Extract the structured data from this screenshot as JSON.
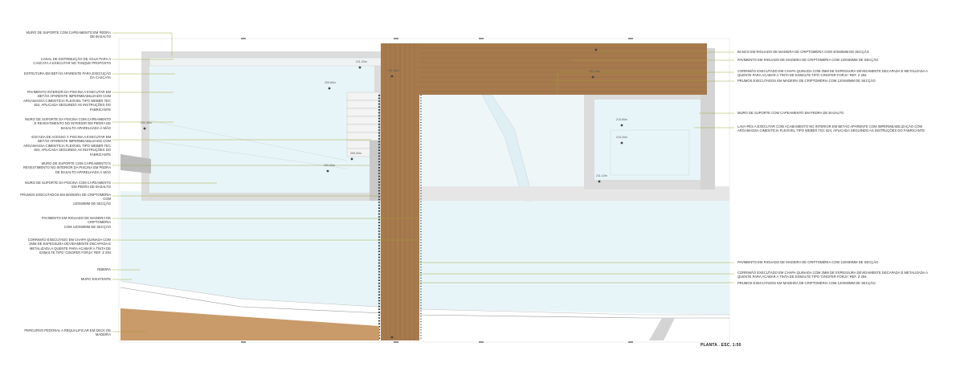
{
  "colors": {
    "water": "#e8f5f8",
    "wood": "#a77a4e",
    "wood_dark": "#8a6036",
    "stone": "#dcdcdc",
    "stone_dark": "#bdbdbd",
    "leader": "#9aa52c",
    "paving": "#c99a6a"
  },
  "labels_left": [
    "MURO DE SUPORTE COM CAPEAMENTO EM PEDRA\nDE BASALTO",
    "CANAL DE DISTRIBUIÇÃO DE ÁGUA PARA A\nCASCATA A EXECUTAR NO TANQUE PROPOSTO",
    "ESTRUTURA EM BETÃO APARENTE PARA EXECUÇÃO\nDA CASCATA",
    "PAVIMENTO INTERIOR DA PISCINA A EXECUTAR EM\nBETÃO APARENTE IMPERMEABILIZADO COM\nARGAMASSA CIMENTÍCIA FLEXÍVEL TIPO WEBER.TEC\n824, APLICADA SEGUINDO AS INSTRUÇÕES DO\nFABRICANTE",
    "MURO DE SUPORTE DA PISCINA COM CAPEAMENTO\nE REVESTIMENTO NO INTERIOR EM PEDRA DE\nBASALTO APARELHADA À MÃO",
    "ESCADA DE ACESSO À PISCINA A EXECUTAR EM\nBETÃO APARENTE IMPERMEABILIZADO COM\nARGAMASSA CIMENTÍCIA FLEXÍVEL TIPO WEBER.TEC\n824, APLICADA SEGUINDO AS INSTRUÇÕES DO\nFABRICANTE",
    "MURO DE SUPORTE COM CAPEAMENTO E\nREVESTIMENTO NO INTERIOR DA PISCINA EM PEDRA\nDE BASALTO APARELHADA À MÃO",
    "MURO DE SUPORTE DA PISCINA COM CAPEAMENTO\nEM PEDRA DE BASALTO",
    "PRUMOS EXECUTADOS EM MADEIRA DE CRIPTOMÉRIA COM\n120X60MM DE SECÇÃO",
    "PAVIMENTO EM RIGUADO DE MADEIRA DE CRIPTOMÉRIA\nCOM 120X60MM DE SECÇÃO",
    "CORRIMÃO EXECUTADO EM CHAPA QUINADA COM\n2MM DE ESPESSURA DEVIDAMENTE DECAPADA E\nMETALIZADA A QUENTE PARA ACABAR A TINTA DE\nESMALTE TIPO 'CINOFER FORJA' REF. Z 294",
    "RIBEIRA",
    "MURO EXISTENTE",
    "PERCURSO PEDONAL A REQUALIFICAR EM DECK DE\nMADEIRA"
  ],
  "labels_right": [
    "BANCO EM RIGUADO DE MADEIRA DE CRIPTOMÉRIA COM 40X60MM DE SECÇÃO",
    "PAVIMENTO EM RIGUADO DE MADEIRA DE CRIPTOMÉRIA COM 120X60MM DE SECÇÃO",
    "CORRIMÃO EXECUTADO EM CHAPA QUINADA COM 2MM DE ESPESSURA DEVIDAMENTE DECAPADA E METALIZADA A\nQUENTE PARA ACABAR A TINTA DE ESMALTE TIPO 'CINOFER FORJA' REF. Z 294",
    "PRUMOS EXECUTADOS EM MADEIRA DE CRIPTOMÉRIA COM 120X60MM DE SECÇÃO",
    "MURO DE SUPORTE COM CAPEAMENTO EM PEDRA DE BASALTO",
    "LAVA-PÉS A EXECUTAR COM ACABAMENTO NO INTERIOR EM BETÃO APARENTE  COM IMPERMEABILIZAÇÃO COM\nARGAMASSA CIMENTÍCIA FLEXÍVEL TIPO WEBER.TEC 824, APLICADA SEGUINDO AS INSTRUÇÕES DO FABRICANTE",
    "PAVIMENTO EM RIGUADO DE MADEIRA DE CRIPTOMÉRIA COM 120X60MM DE SECÇÃO",
    "CORRIMÃO EXECUTADO EM CHAPA QUINADA COM 2MM DE ESPESSURA DEVIDAMENTE DECAPADA E METALIZADA A\nQUENTE PARA ACABAR A TINTA DE ESMALTE TIPO 'CINOFER FORJA' REF. Z 294",
    "PRUMOS EXECUTADOS EM MADEIRA DE CRIPTOMÉRIA COM 120X60MM DE SECÇÃO"
  ],
  "levels": [
    "211.33m",
    "209.60m",
    "211.33m",
    "209.40m",
    "209.30m",
    "211.33m",
    "211.10m",
    "210.60m",
    "210.20m",
    "211.10m"
  ],
  "scale_title": "PLANTA . ESC. 1:50"
}
